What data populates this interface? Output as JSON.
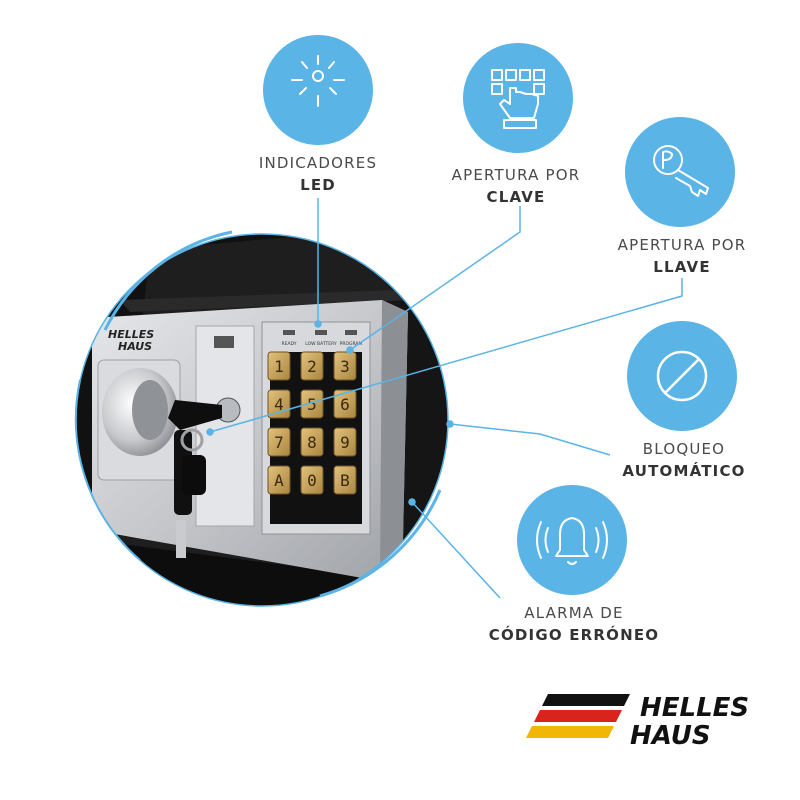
{
  "colors": {
    "accent": "#5ab4e5",
    "line": "#5ab4e5",
    "safe_body": "#1c1c1c",
    "panel": "#c9cbcf",
    "button": "#c9a35a",
    "label_text": "#4a4a4a",
    "flag_black": "#111111",
    "flag_red": "#d9231c",
    "flag_gold": "#f2b705"
  },
  "features": [
    {
      "id": "led",
      "icon": "sun-icon",
      "line1": "INDICADORES",
      "line2": "LED"
    },
    {
      "id": "clave",
      "icon": "keypad-hand-icon",
      "line1": "APERTURA POR",
      "line2": "CLAVE"
    },
    {
      "id": "llave",
      "icon": "key-icon",
      "line1": "APERTURA POR",
      "line2": "LLAVE"
    },
    {
      "id": "bloqueo",
      "icon": "prohibited-icon",
      "line1": "BLOQUEO",
      "line2": "AUTOMÁTICO"
    },
    {
      "id": "alarma",
      "icon": "bell-alarm-icon",
      "line1": "ALARMA DE",
      "line2": "CÓDIGO ERRÓNEO"
    }
  ],
  "safe": {
    "brand_line1": "HELLES",
    "brand_line2": "HAUS",
    "indicators": [
      "READY",
      "LOW BATTERY",
      "PROGRAM"
    ],
    "keys": [
      "1",
      "2",
      "3",
      "4",
      "5",
      "6",
      "7",
      "8",
      "9",
      "A",
      "0",
      "B"
    ]
  },
  "logo": {
    "line1": "HELLES",
    "line2": "HAUS"
  }
}
